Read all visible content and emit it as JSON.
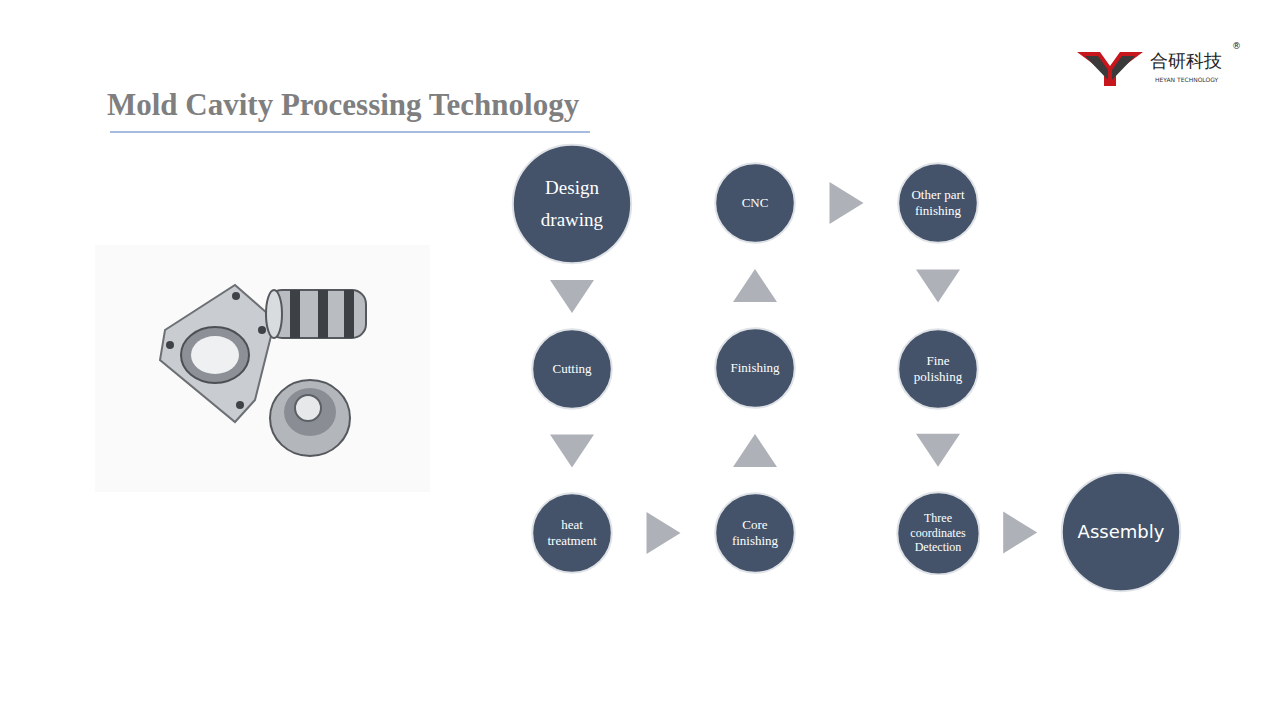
{
  "diagram": {
    "title": "Mold Cavity Processing Technology",
    "nodes": [
      {
        "text": [
          "Design drawing"
        ]
      },
      {
        "text": [
          "Cutting"
        ]
      },
      {
        "text": [
          "heat treatment"
        ]
      },
      {
        "text": [
          "Core finishing"
        ]
      },
      {
        "text": [
          "Finishing"
        ]
      },
      {
        "text": [
          "CNC"
        ]
      },
      {
        "text": [
          "Other part finishing"
        ]
      },
      {
        "text": [
          "Fine polishing"
        ]
      },
      {
        "text": [
          "Three coordinates Detection"
        ]
      },
      {
        "text": [
          "Assembly"
        ]
      }
    ],
    "edges": [
      {
        "from": 0,
        "to": 1,
        "arrow": "to"
      },
      {
        "from": 1,
        "to": 2,
        "arrow": "to"
      },
      {
        "from": 2,
        "to": 3,
        "arrow": "to"
      },
      {
        "from": 3,
        "to": 4,
        "arrow": "to"
      },
      {
        "from": 4,
        "to": 5,
        "arrow": "to"
      },
      {
        "from": 5,
        "to": 6,
        "arrow": "to"
      },
      {
        "from": 6,
        "to": 7,
        "arrow": "to"
      },
      {
        "from": 7,
        "to": 8,
        "arrow": "to"
      },
      {
        "from": 8,
        "to": 9,
        "arrow": "to"
      }
    ],
    "labels": [
      "合研科技",
      "®",
      "HEYAN TECHNOLOGY"
    ]
  }
}
